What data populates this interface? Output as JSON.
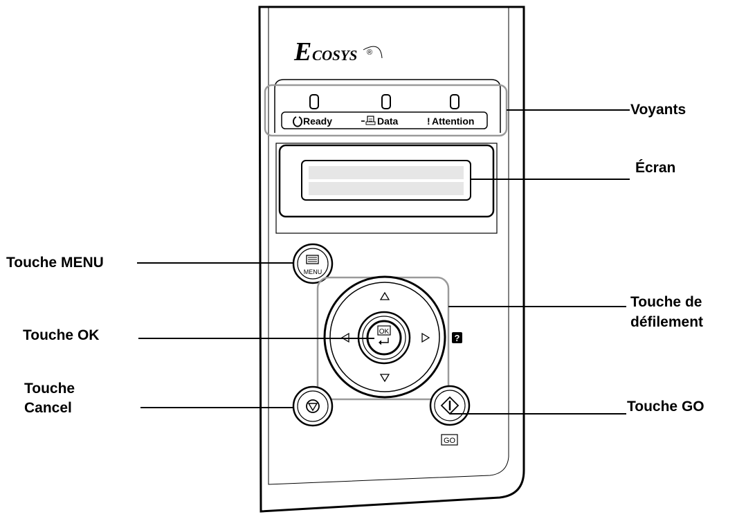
{
  "brand": {
    "logo_text": "E",
    "logo_text_rest": "COSYS",
    "registered_mark": "®"
  },
  "indicators": [
    {
      "label": "Ready",
      "icon": "ready-circle-icon"
    },
    {
      "label": "Data",
      "icon": "data-document-icon"
    },
    {
      "label": "Attention",
      "icon": "attention-exclamation-icon"
    }
  ],
  "keys": {
    "menu_key_label": "MENU",
    "ok_key_label": "OK",
    "go_key_label": "GO",
    "help_icon": "help-question-icon"
  },
  "callouts": {
    "voyants": "Voyants",
    "ecran": "Écran",
    "touche_menu": "Touche MENU",
    "touche_ok": "Touche OK",
    "touche_defilement_line1": "Touche de",
    "touche_defilement_line2": "défilement",
    "touche_cancel_line1": "Touche",
    "touche_cancel_line2": "Cancel",
    "touche_go": "Touche GO"
  },
  "colors": {
    "line": "#000000",
    "highlight_box": "#9a9a9a",
    "display_bar": "#e6e6e6"
  }
}
